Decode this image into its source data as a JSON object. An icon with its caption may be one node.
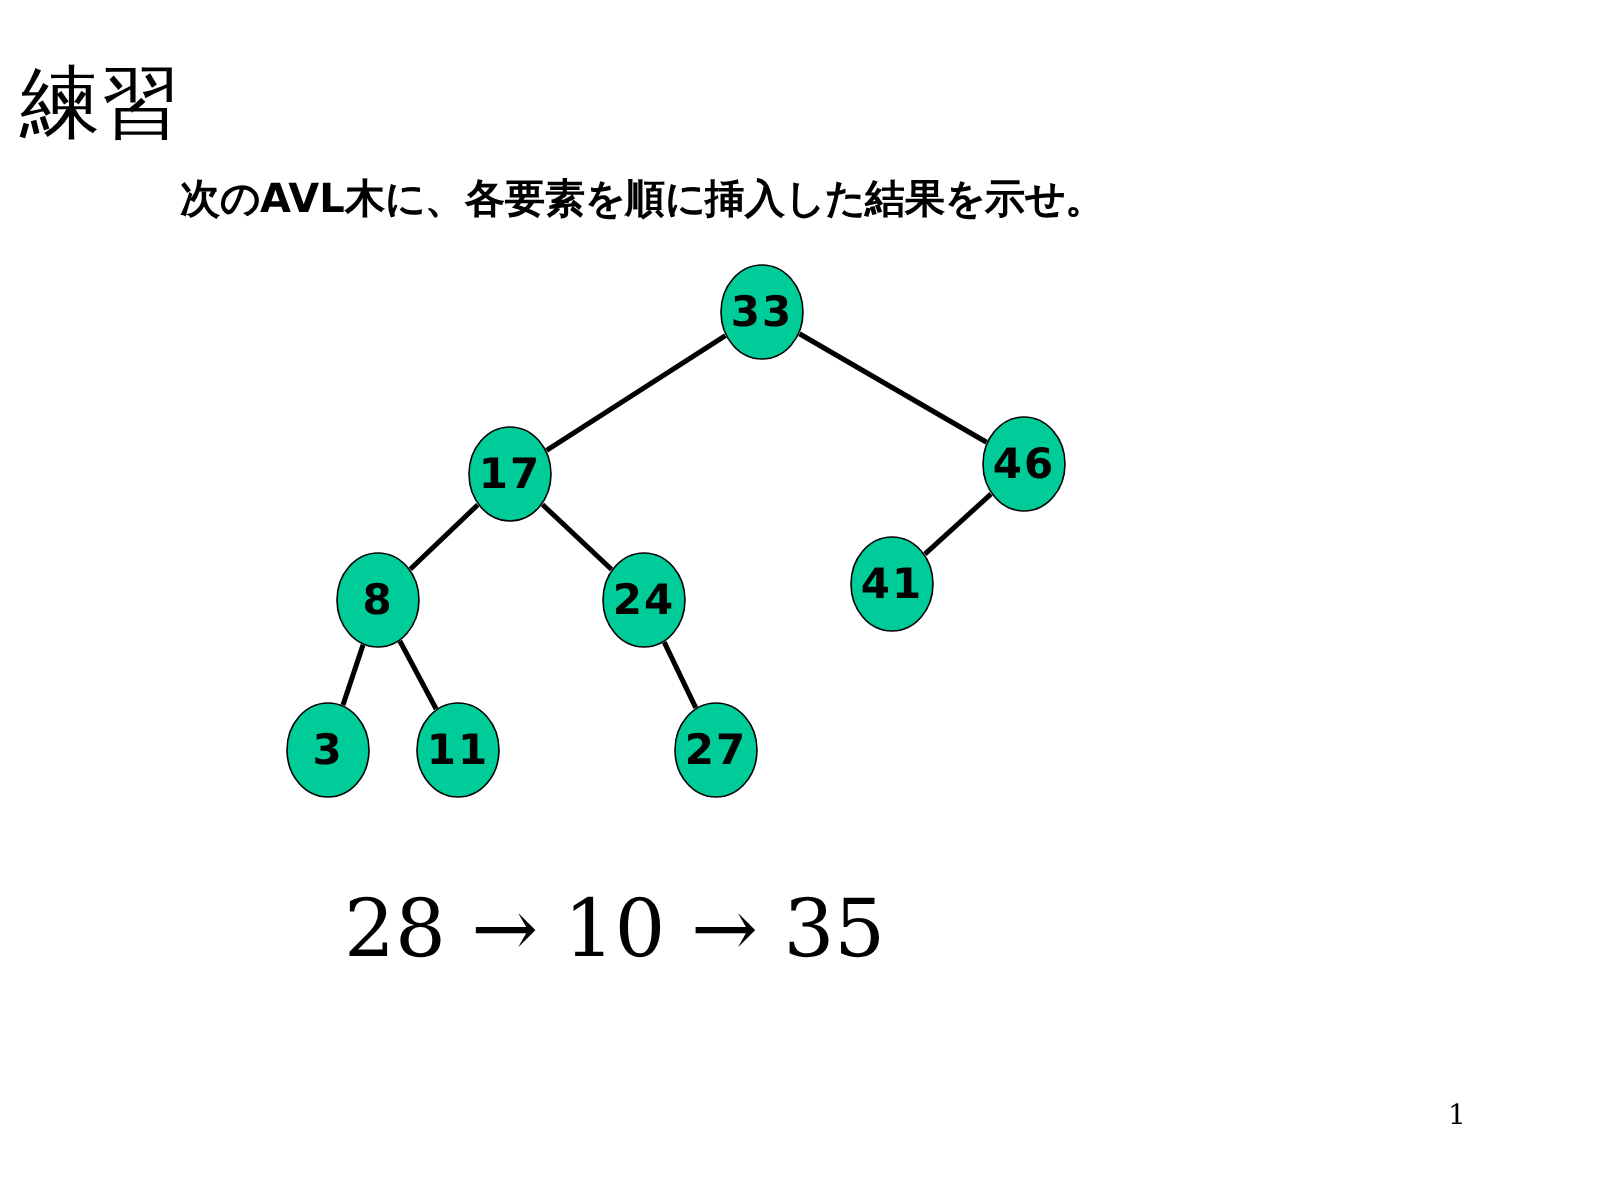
{
  "diagram": {
    "title": "練習",
    "nodes": [
      {
        "text": [
          "33"
        ]
      },
      {
        "text": [
          "17"
        ]
      },
      {
        "text": [
          "46"
        ]
      },
      {
        "text": [
          "8"
        ]
      },
      {
        "text": [
          "24"
        ]
      },
      {
        "text": [
          "41"
        ]
      },
      {
        "text": [
          "3"
        ]
      },
      {
        "text": [
          "11"
        ]
      },
      {
        "text": [
          "27"
        ]
      }
    ],
    "edges": [
      {
        "from": 0,
        "to": 1,
        "arrow": "none"
      },
      {
        "from": 0,
        "to": 2,
        "arrow": "none"
      },
      {
        "from": 1,
        "to": 3,
        "arrow": "none"
      },
      {
        "from": 1,
        "to": 4,
        "arrow": "none"
      },
      {
        "from": 2,
        "to": 5,
        "arrow": "none"
      },
      {
        "from": 3,
        "to": 6,
        "arrow": "none"
      },
      {
        "from": 3,
        "to": 7,
        "arrow": "none"
      },
      {
        "from": 4,
        "to": 8,
        "arrow": "none"
      }
    ],
    "labels": [
      "次のAVL木に、各要素を順に挿入した結果を示せ。",
      "28 → 10 → 35",
      "1"
    ]
  }
}
